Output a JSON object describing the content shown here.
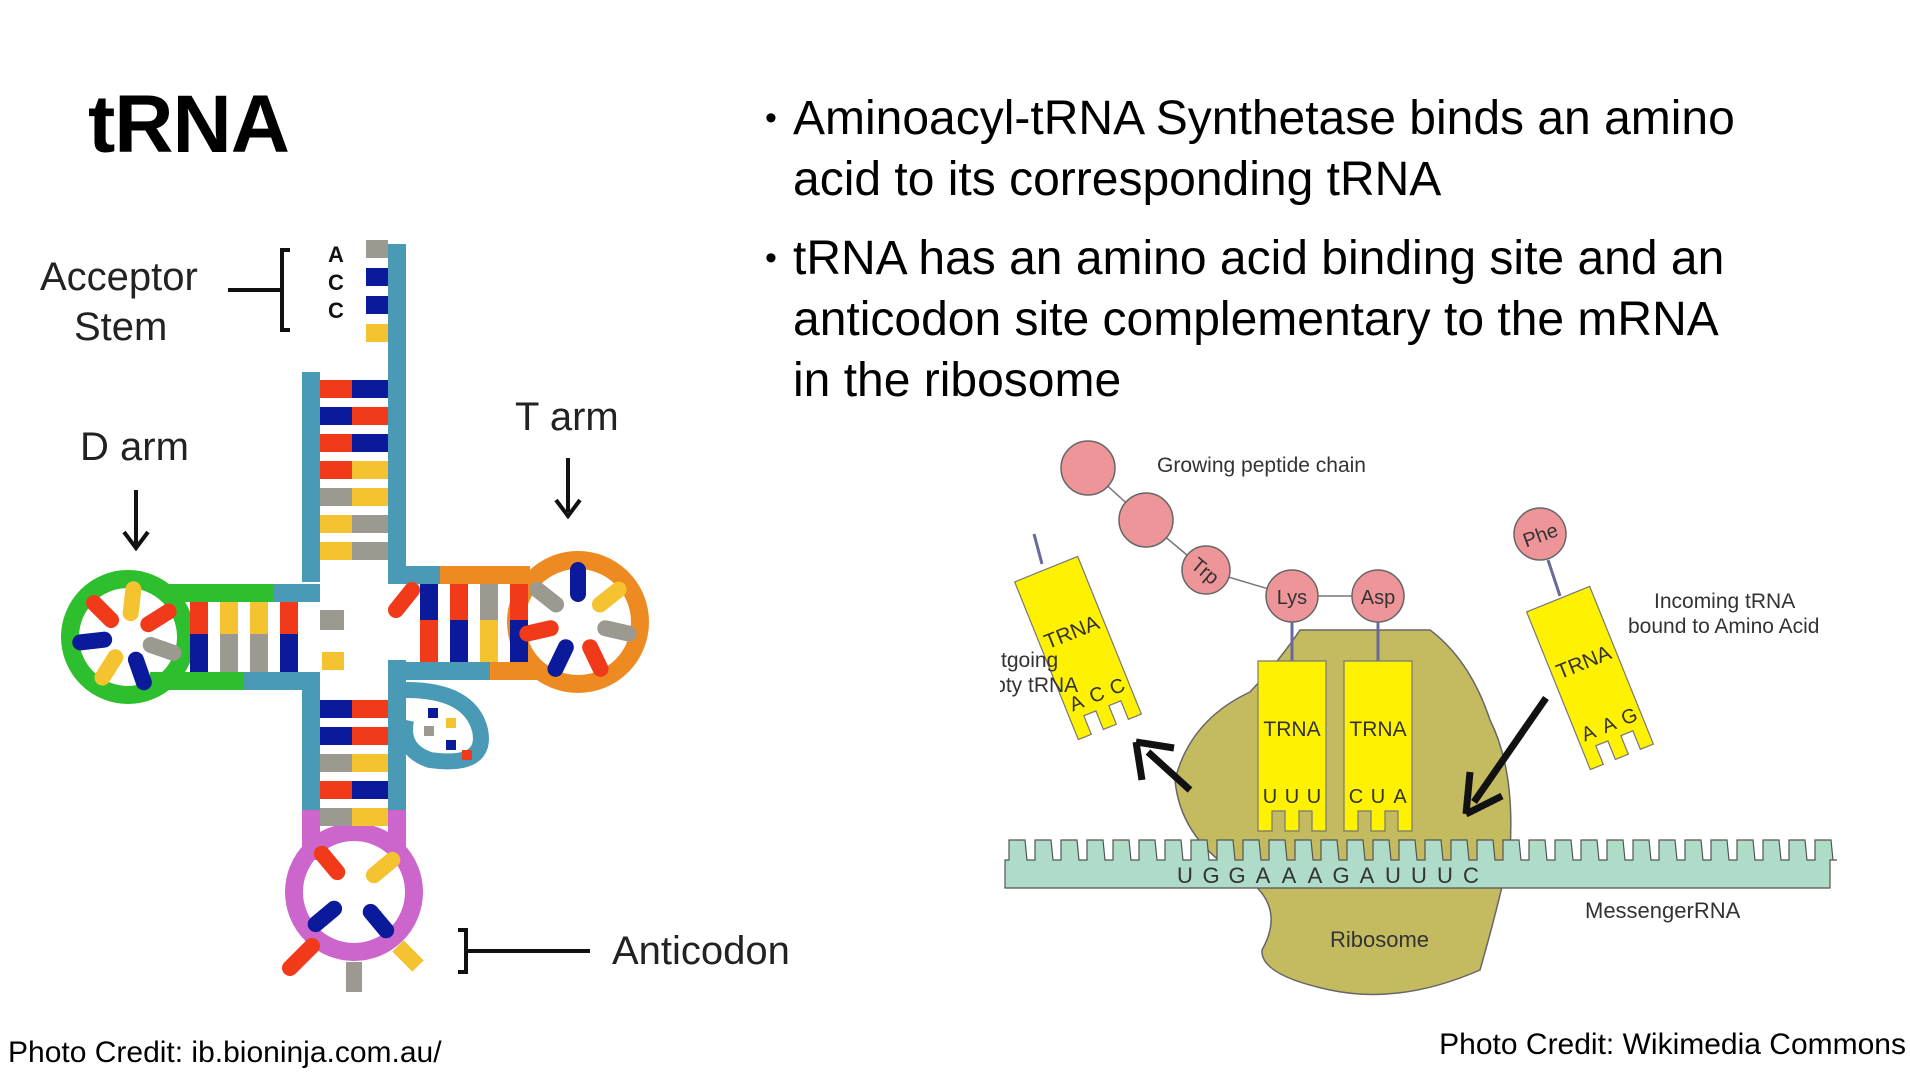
{
  "slide": {
    "title": "tRNA",
    "bullets": [
      {
        "lines": [
          "Aminoacyl-tRNA Synthetase binds an amino",
          "acid to its corresponding tRNA"
        ]
      },
      {
        "lines": [
          "tRNA has an amino acid binding site and an",
          "anticodon site complementary to the mRNA",
          "in the ribosome"
        ]
      }
    ],
    "bullet_glyph": "•"
  },
  "trna_diagram": {
    "labels": {
      "acceptor_stem_line1": "Acceptor",
      "acceptor_stem_line2": "Stem",
      "d_arm": "D arm",
      "t_arm": "T arm",
      "anticodon": "Anticodon"
    },
    "acceptor_bases": [
      "A",
      "C",
      "C"
    ],
    "colors": {
      "backbone": "#4A9AB5",
      "d_loop": "#2DBF2D",
      "t_loop": "#EE8A22",
      "anticodon_loop": "#CC66CC",
      "base_red": "#F03A1A",
      "base_navy": "#0A1A9A",
      "base_yellow": "#F5C230",
      "base_gray": "#9C9A90"
    },
    "credit": "Photo Credit: ib.bioninja.com.au/"
  },
  "ribosome_diagram": {
    "labels": {
      "growing_chain": "Growing peptide chain",
      "outgoing_line1": "Outgoing",
      "outgoing_line2": "empty tRNA",
      "incoming_line1": "Incoming  tRNA",
      "incoming_line2": "bound to Amino Acid",
      "messenger_rna": "MessengerRNA",
      "ribosome": "Ribosome"
    },
    "amino_acids": {
      "trp": "Trp",
      "lys": "Lys",
      "asp": "Asp",
      "phe": "Phe"
    },
    "trna_label": "TRNA",
    "outgoing_anticodon": [
      "A",
      "C",
      "C"
    ],
    "p_site_anticodon": [
      "U",
      "U",
      "U"
    ],
    "a_site_anticodon": [
      "C",
      "U",
      "A"
    ],
    "incoming_anticodon": [
      "A",
      "A",
      "G"
    ],
    "mrna_sequence": "UGGAAAGAUUUC",
    "colors": {
      "amino_acid": "#EE959A",
      "trna": "#FFF200",
      "ribosome": "#C4BA60",
      "mrna": "#AEDCC8",
      "linker": "#6A6A9A"
    },
    "credit": "Photo Credit: Wikimedia Commons"
  }
}
